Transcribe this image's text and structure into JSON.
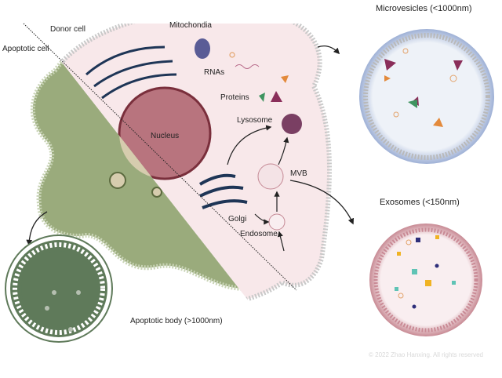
{
  "labels": {
    "donor_cell": "Donor cell",
    "apoptotic_cell": "Apoptotic cell",
    "mitochondria": "Mitochondia",
    "rnas": "RNAs",
    "proteins": "Proteins",
    "lysosome": "Lysosome",
    "nucleus": "Nucleus",
    "mvb": "MVB",
    "golgi": "Golgi",
    "endosome": "Endosome",
    "microvesicles": "Microvesicles (<1000nm)",
    "exosomes": "Exosomes (<150nm)",
    "apoptotic_body": "Apoptotic body (>1000nm)",
    "copyright": "© 2022 Zhao Hanxing. All rights reserved"
  },
  "colors": {
    "donor_cytoplasm": "#f8e8ea",
    "apoptotic_cytoplasm": "#9aab7c",
    "apoptotic_body": "#5f7a5a",
    "nucleus": "#b8747e",
    "nucleus_apoptotic": "#d6ccae",
    "er": "#c9dcea",
    "er_edge": "#1e3556",
    "golgi_apoptotic": "#8a7394",
    "mitochondria": "#5a5c96",
    "lysosome": "#7a3f63",
    "microvesicle": "#eef2f8",
    "exosome": "#f8ecee",
    "membrane": "#c9c9c9",
    "arrow": "#222222"
  }
}
